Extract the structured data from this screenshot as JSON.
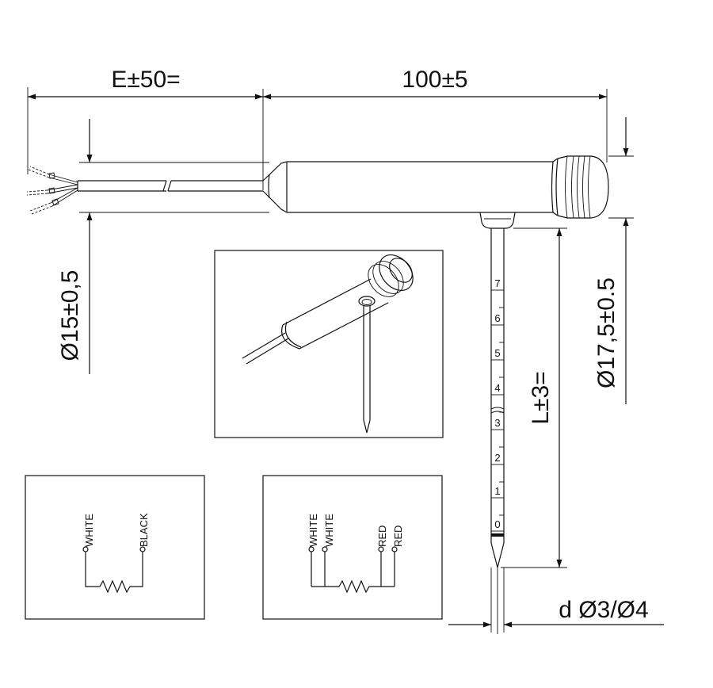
{
  "dimensions": {
    "cable_length": "E±50=",
    "head_length": "100±5",
    "cable_diameter": "Ø15±0,5",
    "head_diameter": "Ø17,5±0.5",
    "probe_length": "L±3=",
    "probe_diameter": "d Ø3/Ø4"
  },
  "probe_scale": [
    "0",
    "1",
    "2",
    "3",
    "4",
    "5",
    "6",
    "7"
  ],
  "wiring_2wire": {
    "wire_left": "WHITE",
    "wire_right": "BLACK"
  },
  "wiring_4wire": {
    "wire_1": "WHITE",
    "wire_2": "WHITE",
    "wire_3": "RED",
    "wire_4": "RED"
  }
}
